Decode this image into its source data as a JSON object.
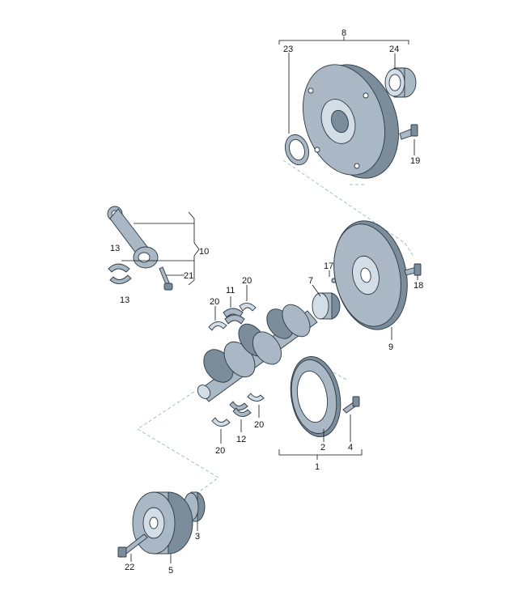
{
  "diagram": {
    "callouts": {
      "n1": "1",
      "n2": "2",
      "n3": "3",
      "n4": "4",
      "n5": "5",
      "n7": "7",
      "n8": "8",
      "n9": "9",
      "n10": "10",
      "n11": "11",
      "n12": "12",
      "n13a": "13",
      "n13b": "13",
      "n17": "17",
      "n18": "18",
      "n19": "19",
      "n20a": "20",
      "n20b": "20",
      "n20c": "20",
      "n20d": "20",
      "n21": "21",
      "n22": "22",
      "n23": "23",
      "n24": "24"
    },
    "colors": {
      "part_fill": "#a9b8c4",
      "part_dark": "#7b8c9a",
      "line": "#2c3944",
      "dash": "#7aa6b8"
    }
  }
}
